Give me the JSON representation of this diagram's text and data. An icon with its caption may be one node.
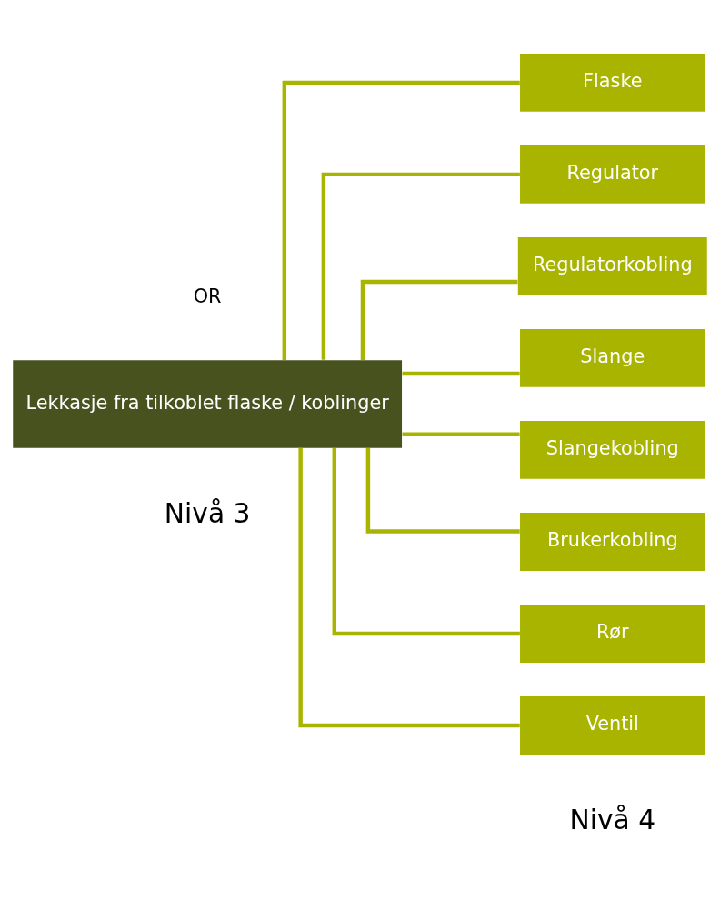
{
  "diagram": {
    "nodes": [
      {
        "text": [
          "Lekkasje fra tilkoblet flaske / koblinger"
        ]
      },
      {
        "text": [
          "Flaske"
        ]
      },
      {
        "text": [
          "Regulator"
        ]
      },
      {
        "text": [
          "Regulatorkobling"
        ]
      },
      {
        "text": [
          "Slange"
        ]
      },
      {
        "text": [
          "Slangekobling"
        ]
      },
      {
        "text": [
          "Brukerkobling"
        ]
      },
      {
        "text": [
          "Rør"
        ]
      },
      {
        "text": [
          "Ventil"
        ]
      }
    ],
    "edges": [
      {
        "from": 0,
        "to": 1,
        "arrow": "none"
      },
      {
        "from": 0,
        "to": 2,
        "arrow": "none"
      },
      {
        "from": 0,
        "to": 3,
        "arrow": "none"
      },
      {
        "from": 0,
        "to": 4,
        "arrow": "none"
      },
      {
        "from": 0,
        "to": 5,
        "arrow": "none"
      },
      {
        "from": 0,
        "to": 6,
        "arrow": "none"
      },
      {
        "from": 0,
        "to": 7,
        "arrow": "none"
      },
      {
        "from": 0,
        "to": 8,
        "arrow": "none"
      }
    ],
    "labels": [
      "OR",
      "Nivå 3",
      "Nivå 4"
    ]
  }
}
